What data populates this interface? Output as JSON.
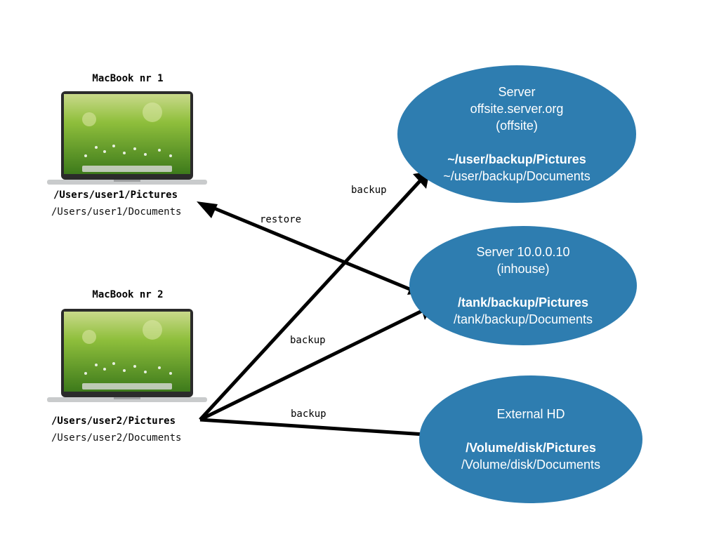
{
  "macbook1": {
    "title": "MacBook nr 1",
    "path_bold": "/Users/user1/Pictures",
    "path": "/Users/user1/Documents"
  },
  "macbook2": {
    "title": "MacBook nr 2",
    "path_bold": "/Users/user2/Pictures",
    "path": "/Users/user2/Documents"
  },
  "offsite_server": {
    "line1": "Server",
    "line2": "offsite.server.org",
    "line3": "(offsite)",
    "path_bold": "~/user/backup/Pictures",
    "path": "~/user/backup/Documents"
  },
  "inhouse_server": {
    "line1": "Server 10.0.0.10",
    "line2": "(inhouse)",
    "path_bold": "/tank/backup/Pictures",
    "path": "/tank/backup/Documents"
  },
  "external_hd": {
    "line1": "External HD",
    "path_bold": "/Volume/disk/Pictures",
    "path": "/Volume/disk/Documents"
  },
  "edges": {
    "restore": "restore",
    "backup_offsite": "backup",
    "backup_inhouse": "backup",
    "backup_external": "backup"
  },
  "colors": {
    "node_fill": "#2e7db0",
    "node_text": "#ffffff",
    "arrow": "#000000"
  }
}
